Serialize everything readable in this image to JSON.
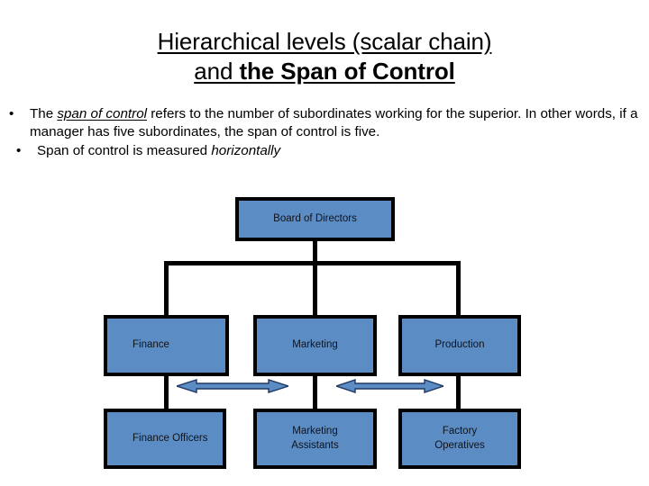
{
  "slide": {
    "title": {
      "line1": "Hierarchical levels (scalar chain)",
      "line2_prefix": "and ",
      "line2_strong": "the Span of Control"
    },
    "bullets": [
      {
        "marker": "•",
        "segments": [
          {
            "text": "The ",
            "style": "normal"
          },
          {
            "text": "span of control",
            "style": "italic-underline"
          },
          {
            "text": " refers to the number of subordinates working for the superior. In other words, if a manager has five subordinates, the span of control is five.",
            "style": "normal"
          }
        ]
      },
      {
        "marker": "•",
        "segments": [
          {
            "text": "Span of control is measured ",
            "style": "normal"
          },
          {
            "text": "horizontally",
            "style": "italic"
          }
        ]
      }
    ]
  },
  "org_chart": {
    "node_fill_color": "#5b8cc4",
    "node_border_color": "#000000",
    "connector_color": "#000000",
    "arrow_fill_color": "#5b8cc4",
    "arrow_outline_color": "#1f3864",
    "nodes": {
      "board": "Board of Directors",
      "finance": "Finance",
      "marketing": "Marketing",
      "production": "Production",
      "finance_officers": "Finance Officers",
      "marketing_assistants_line1": "Marketing",
      "marketing_assistants_line2": "Assistants",
      "factory_operatives_line1": "Factory",
      "factory_operatives_line2": "Operatives"
    },
    "span_arrows": [
      {
        "name": "span-arrow-left"
      },
      {
        "name": "span-arrow-right"
      }
    ]
  }
}
